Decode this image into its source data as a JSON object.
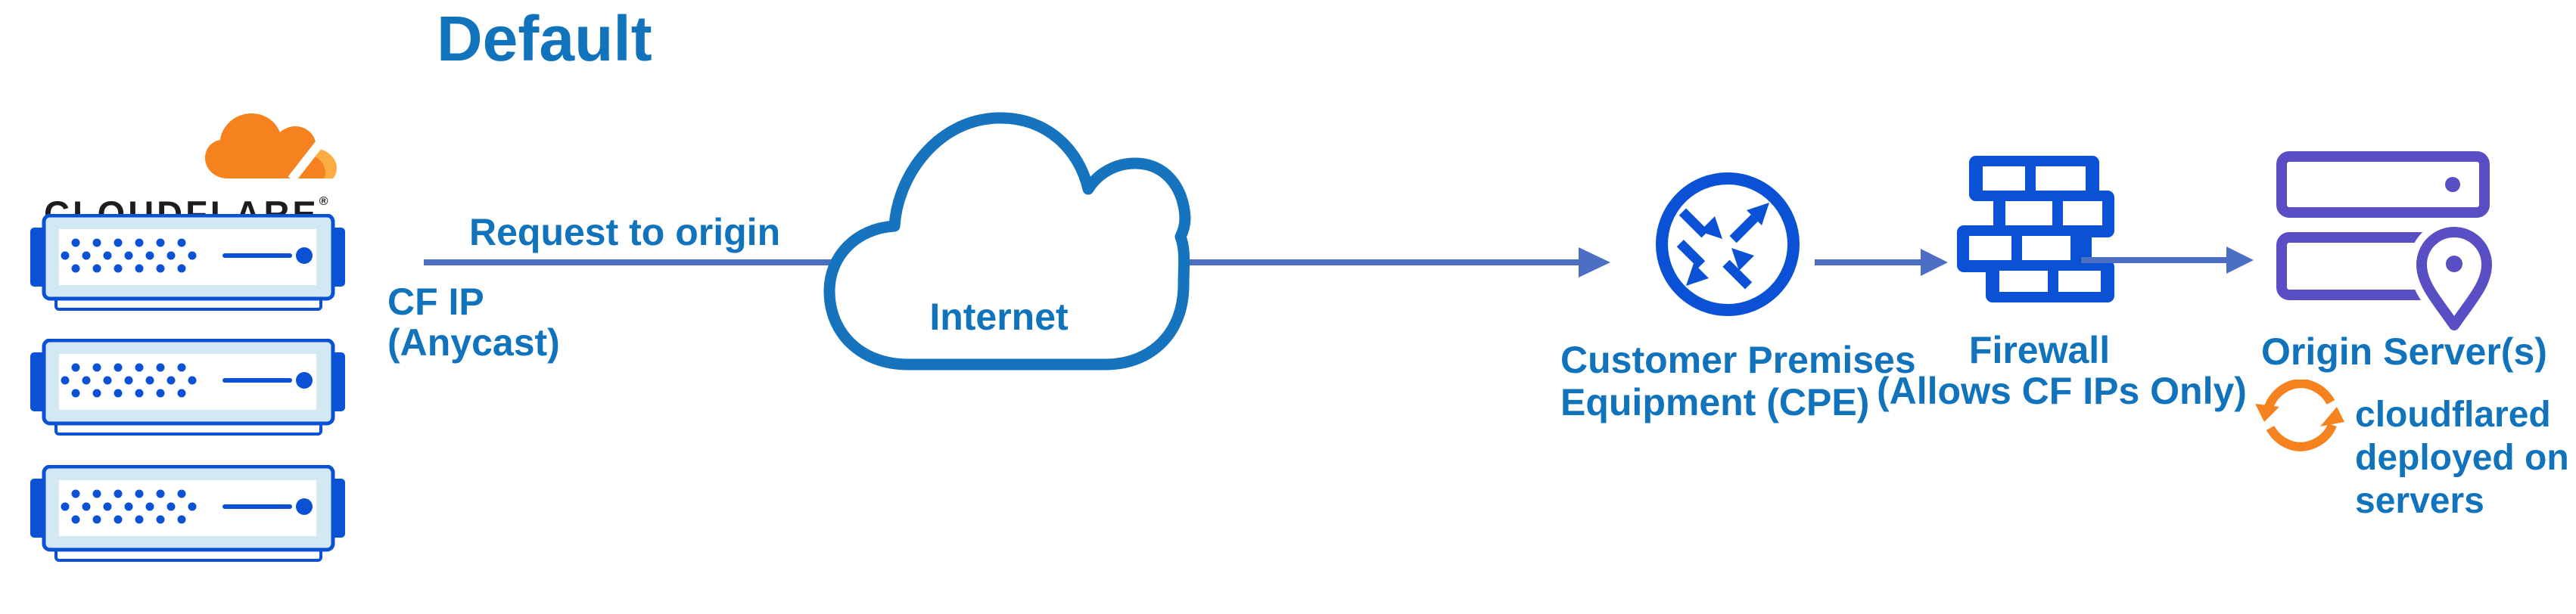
{
  "title": "Default",
  "brand": {
    "wordmark": "CLOUDFLARE",
    "registered": "®"
  },
  "edge": {
    "request_label": "Request to origin",
    "ip_line1": "CF IP",
    "ip_line2": "(Anycast)"
  },
  "internet": {
    "label": "Internet"
  },
  "cpe": {
    "line1": "Customer Premises",
    "line2": "Equipment (CPE)"
  },
  "firewall": {
    "line1": "Firewall",
    "line2": "(Allows CF IPs Only)"
  },
  "origin": {
    "label": "Origin Server(s)",
    "note_line1": "cloudflared",
    "note_line2": "deployed on",
    "note_line3": "servers"
  },
  "icons": {
    "cloudflare-logo": "orange two-tone cloudflare cloud",
    "edge-server": "blue rack server with vent dots and status light",
    "internet-cloud": "blue outlined cloud",
    "cpe-router": "blue circle with four diagonal in/out arrows",
    "firewall": "blue brick wall",
    "origin-server": "purple server stack with location pin",
    "cloudflared-sync": "orange circular sync arrows",
    "flow-arrow": "slate-blue right arrow"
  },
  "colors": {
    "title_text": "#1273BD",
    "label_text": "#1173BC",
    "icon_blue": "#0B51D6",
    "arrow": "#4D6FC3",
    "purple": "#5A4EC4",
    "orange": "#F6821F",
    "orange_light": "#FBAD41",
    "server_panel": "#D2E8F2",
    "wordmark": "#1D1D1D"
  }
}
